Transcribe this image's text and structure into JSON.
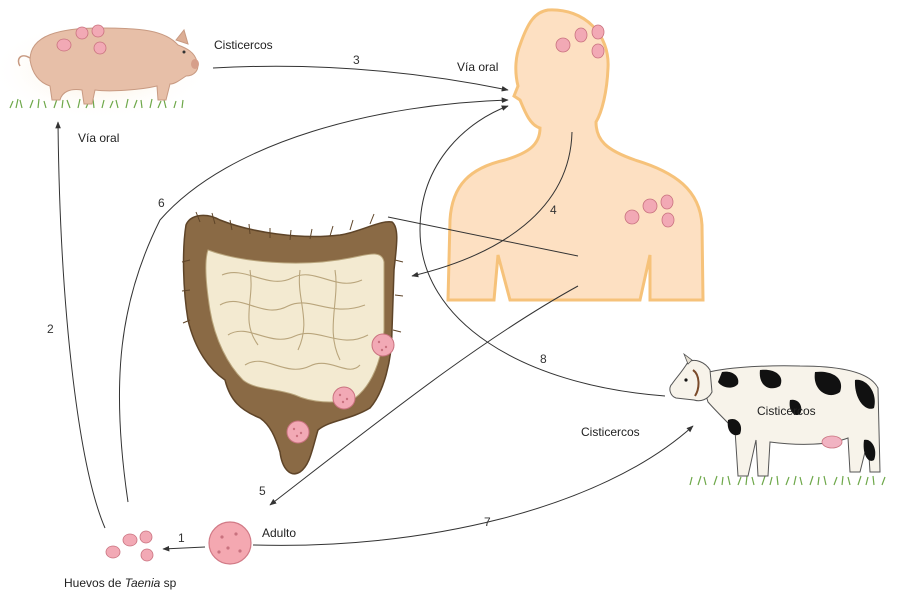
{
  "labels": {
    "pig_cysticerci": "Cisticercos",
    "pig_oral_route": "Vía oral",
    "human_oral_route": "Vía oral",
    "adult": "Adulto",
    "cow_cysticerci_inside": "Cisticercos",
    "cow_cysticerci_outside": "Cisticercos",
    "eggs_caption_prefix": "Huevos de",
    "eggs_caption_genus": "Taenia",
    "eggs_caption_suffix": "sp"
  },
  "steps": [
    "1",
    "2",
    "3",
    "4",
    "5",
    "6",
    "7",
    "8"
  ],
  "colors": {
    "cyst_pink": "#f2a9b5",
    "cyst_outline": "#c9727f",
    "human_body": "#fde0c2",
    "human_outline": "#f6c27a",
    "intestine_brown": "#8a6a45",
    "intestine_light": "#f3ead1",
    "pig_body": "#e7bfa8",
    "cow_spots": "#111111",
    "grass": "#6ea84a",
    "arrow": "#333333"
  },
  "icons": {
    "pig": "pig-illustration",
    "human": "human-silhouette",
    "intestine": "intestine-illustration",
    "cow": "cow-illustration",
    "eggs": "egg-cluster",
    "adult": "adult-worm-segment"
  }
}
